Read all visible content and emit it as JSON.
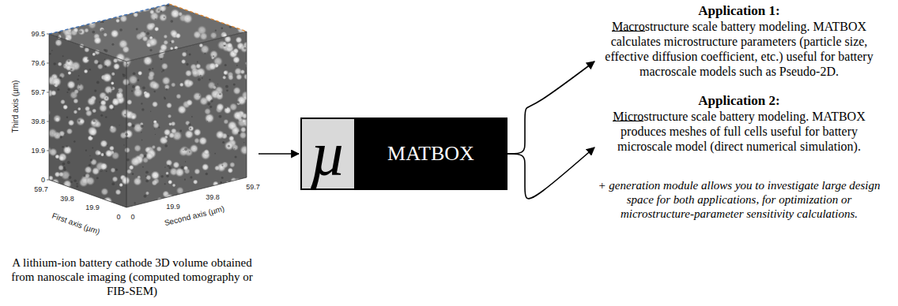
{
  "diagram": {
    "nodes": [
      {
        "text": [
          "A lithium-ion battery cathode 3D volume obtained from nanoscale imaging (computed tomography or FIB-SEM)"
        ]
      },
      {
        "text": [
          "µ",
          "MATBOX"
        ]
      },
      {
        "text": [
          "Application 1:",
          "Macrostructure scale battery modeling. MATBOX calculates microstructure parameters (particle size, effective diffusion coefficient, etc.) useful for battery macroscale models such as Pseudo-2D."
        ]
      },
      {
        "text": [
          "Application 2:",
          "Microstructure scale battery modeling. MATBOX produces meshes of full cells useful for battery microscale model (direct numerical simulation)."
        ]
      }
    ],
    "edges": [
      {
        "from": 0,
        "to": 1,
        "arrow": "to"
      },
      {
        "from": 1,
        "to": 2,
        "arrow": "to"
      },
      {
        "from": 1,
        "to": 3,
        "arrow": "to"
      }
    ],
    "labels": [
      "99.5",
      "79.6",
      "59.7",
      "39.8",
      "19.9",
      "0",
      "Third axis (µm)",
      "59.7",
      "39.8",
      "19.9",
      "0",
      "First axis (µm)",
      "0",
      "19.9",
      "39.8",
      "59.7",
      "Second axis (µm)",
      "+ generation module allows you to investigate large design space for both applications, for optimization or microstructure-parameter sensitivity calculations."
    ]
  }
}
